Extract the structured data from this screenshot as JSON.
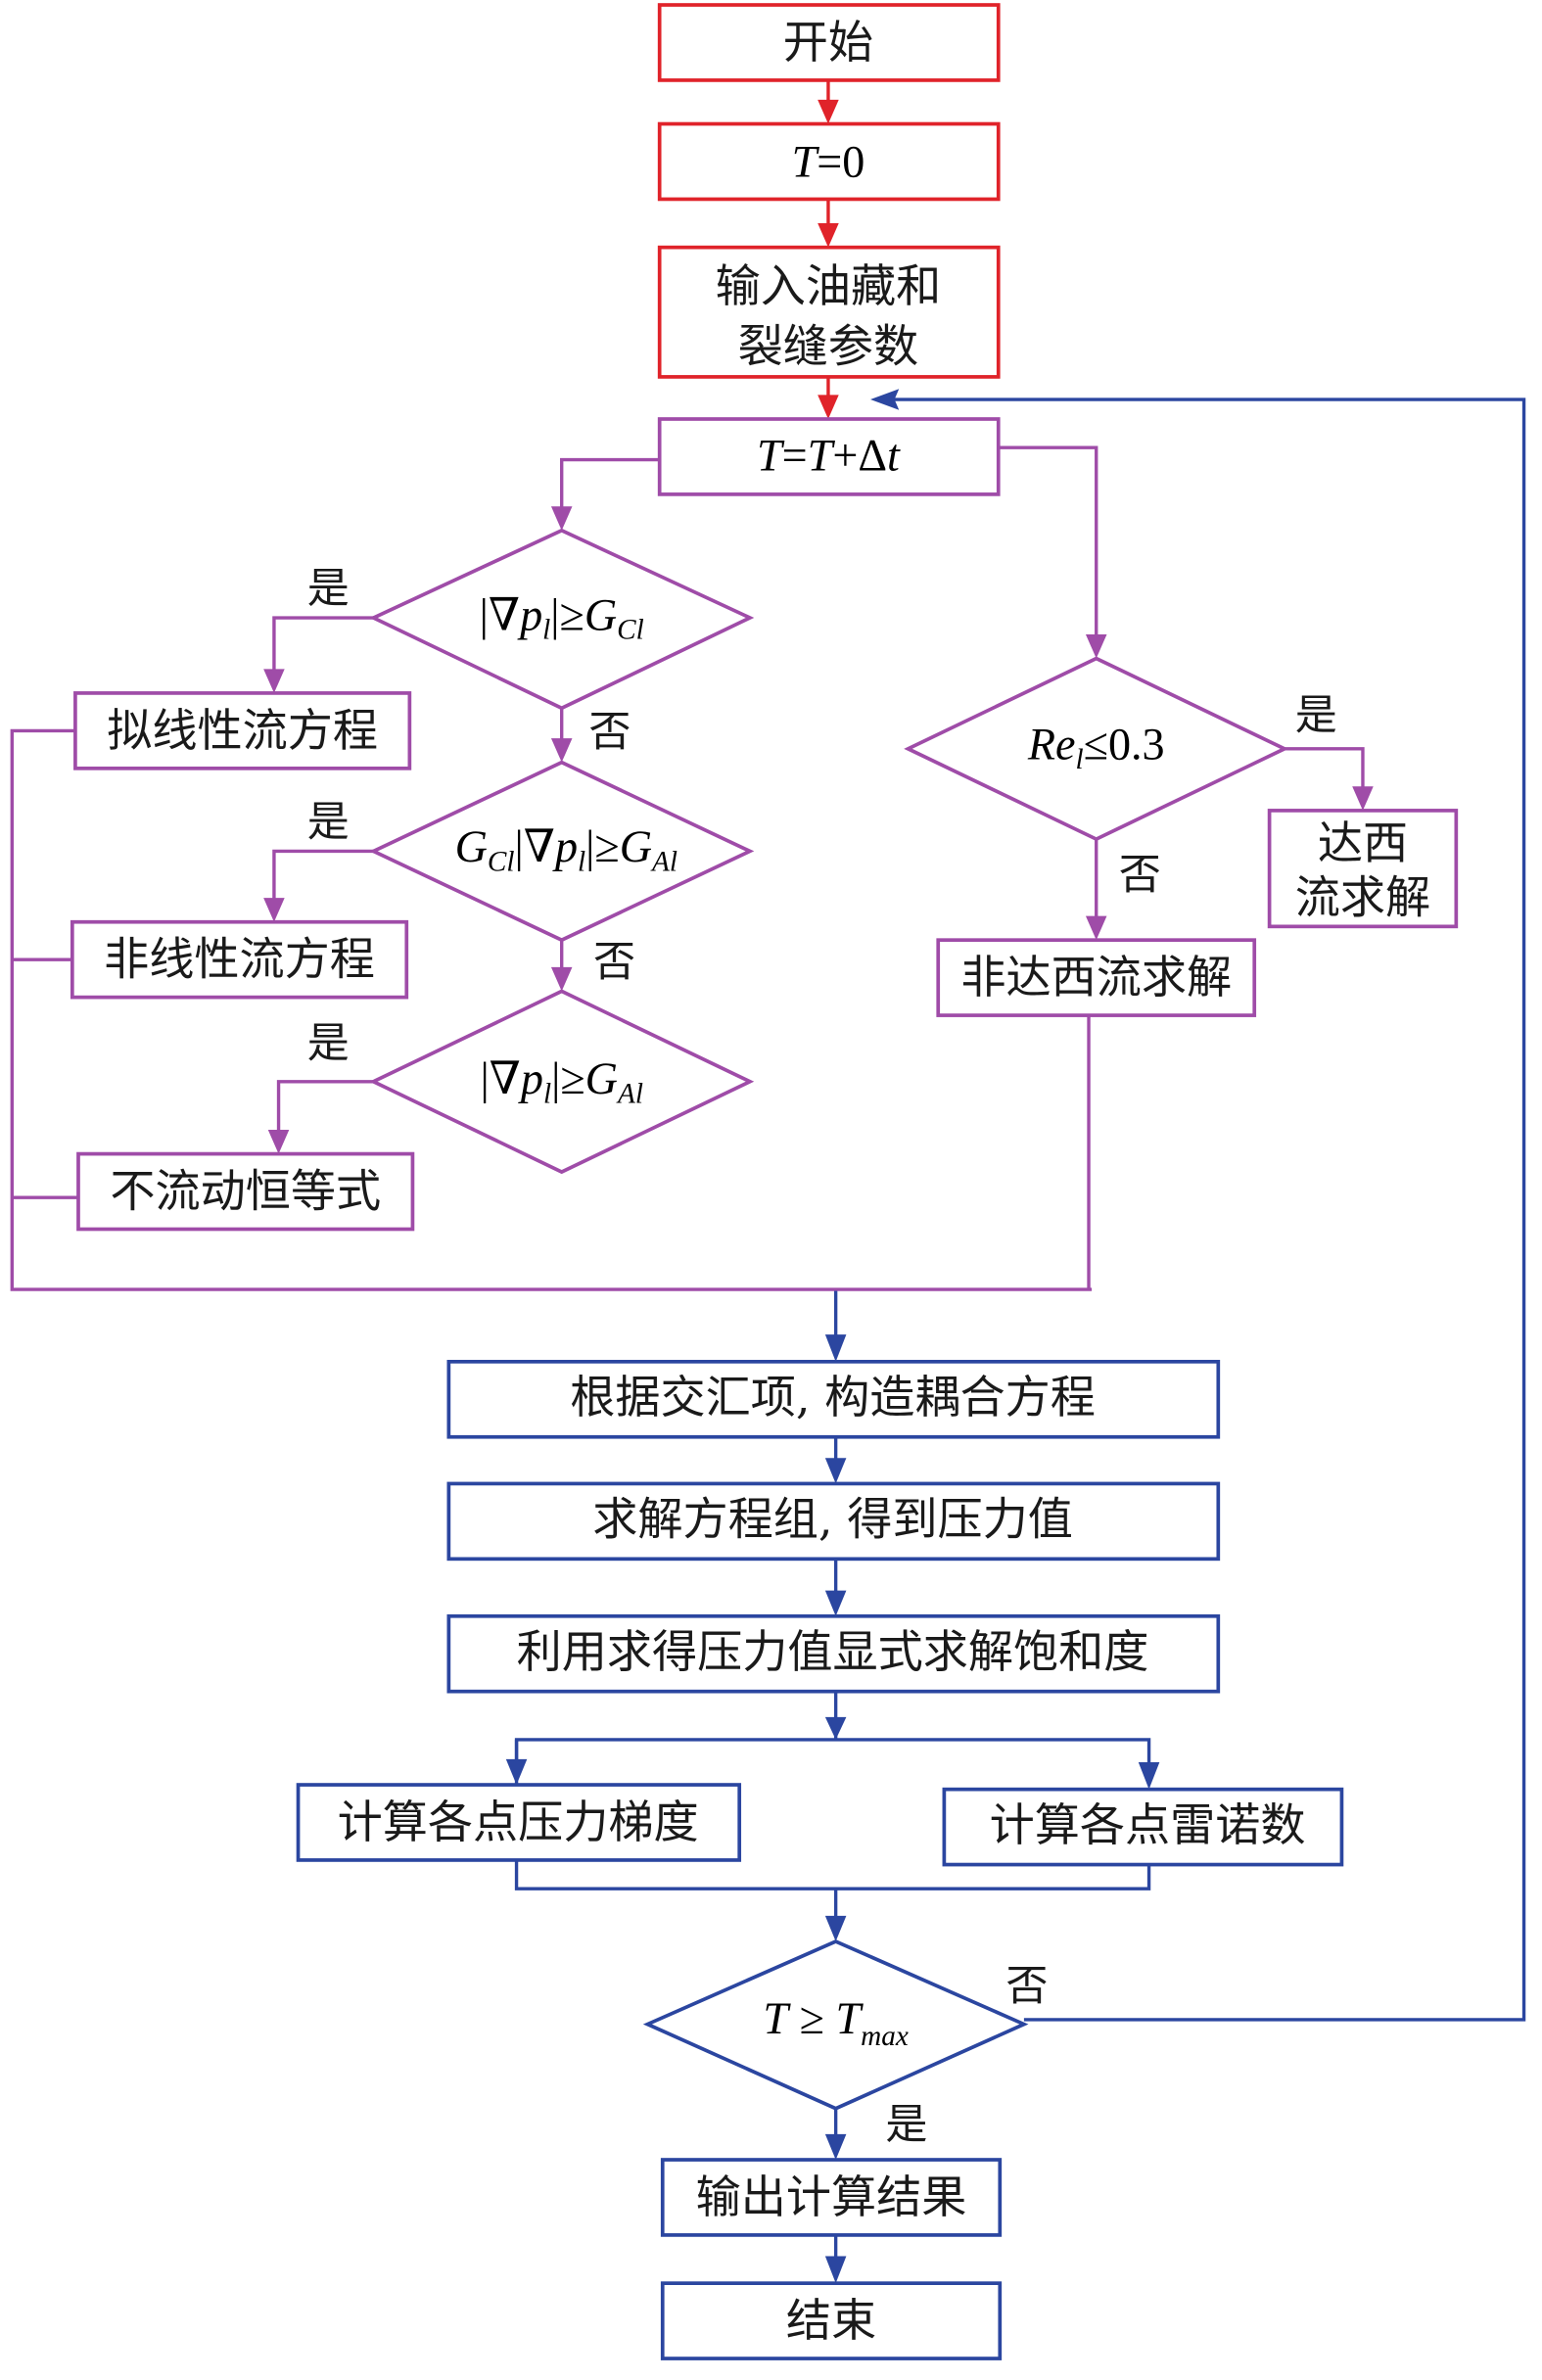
{
  "diagram": {
    "type": "flowchart",
    "colors": {
      "init": "#e0232a",
      "flow_regime": "#9f4ca8",
      "solve_loop": "#2b46a0",
      "text": "#1a1a1a"
    },
    "nodes": {
      "start": "开始",
      "t_zero": {
        "var": "T",
        "rest": "=0"
      },
      "input_params": {
        "line1": "输入油藏和",
        "line2": "裂缝参数"
      },
      "time_step": {
        "var1": "T",
        "eq": "=",
        "var2": "T",
        "plus": "+Δ",
        "var3": "t"
      },
      "cond_cl": {
        "abs_open": "|∇",
        "p": "p",
        "p_sub": "l",
        "abs_close": "|≥",
        "G": "G",
        "G_sub": "Cl"
      },
      "cond_cl_al": {
        "G1": "G",
        "G1_sub": "Cl",
        "abs_open": "|∇",
        "p": "p",
        "p_sub": "l",
        "abs_close": "|≥",
        "G2": "G",
        "G2_sub": "Al"
      },
      "cond_al": {
        "abs_open": "|∇",
        "p": "p",
        "p_sub": "l",
        "abs_close": "|≥",
        "G": "G",
        "G_sub": "Al"
      },
      "pseudo_linear": "拟线性流方程",
      "nonlinear": "非线性流方程",
      "no_flow": "不流动恒等式",
      "cond_re": {
        "Re": "Re",
        "Re_sub": "l",
        "rest": "≤0.3"
      },
      "darcy": {
        "line1": "达西",
        "line2": "流求解"
      },
      "non_darcy": "非达西流求解",
      "coupling": "根据交汇项, 构造耦合方程",
      "solve_pressure": "求解方程组, 得到压力值",
      "saturation": "利用求得压力值显式求解饱和度",
      "pressure_gradient": "计算各点压力梯度",
      "reynolds": "计算各点雷诺数",
      "cond_tmax": {
        "T1": "T",
        "ge": " ≥ ",
        "T2": "T",
        "T2_sub": "max"
      },
      "output": "输出计算结果",
      "end": "结束"
    },
    "labels": {
      "yes": "是",
      "no": "否"
    }
  }
}
